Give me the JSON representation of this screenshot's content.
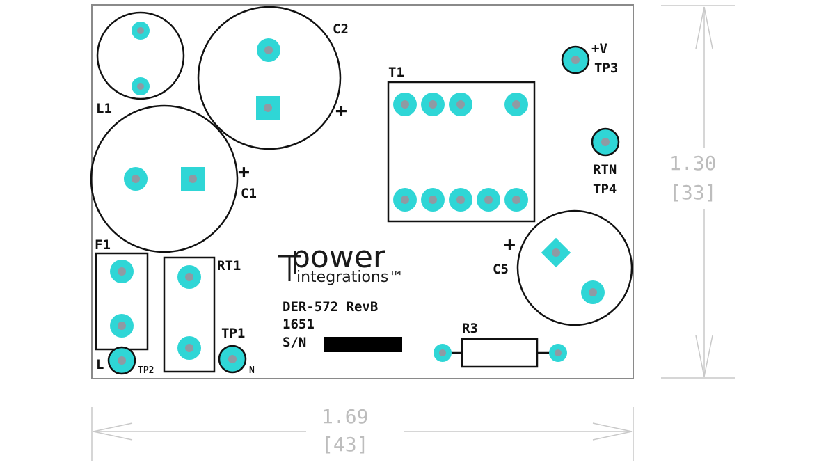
{
  "colors": {
    "pad": "#2fd6d6",
    "hole": "#8f9aa3",
    "outline": "#111111",
    "dimension": "#bdbdbd"
  },
  "logo": {
    "line1": "power",
    "line2": "integrations™"
  },
  "board": {
    "model": "DER-572 RevB",
    "date_code": "1651",
    "serial_label": "S/N"
  },
  "labels": {
    "C2": "C2",
    "C1": "C1",
    "C5": "C5",
    "L1": "L1",
    "T1": "T1",
    "F1": "F1",
    "RT1": "RT1",
    "R3": "R3",
    "TP1": "TP1",
    "TP2": "TP2",
    "TP3": "TP3",
    "TP4": "TP4",
    "plus_v": "+V",
    "rtn": "RTN",
    "L": "L",
    "N": "N",
    "plus": "+"
  },
  "dimensions": {
    "width_in": "1.69",
    "width_mm": "[43]",
    "height_in": "1.30",
    "height_mm": "[33]"
  }
}
